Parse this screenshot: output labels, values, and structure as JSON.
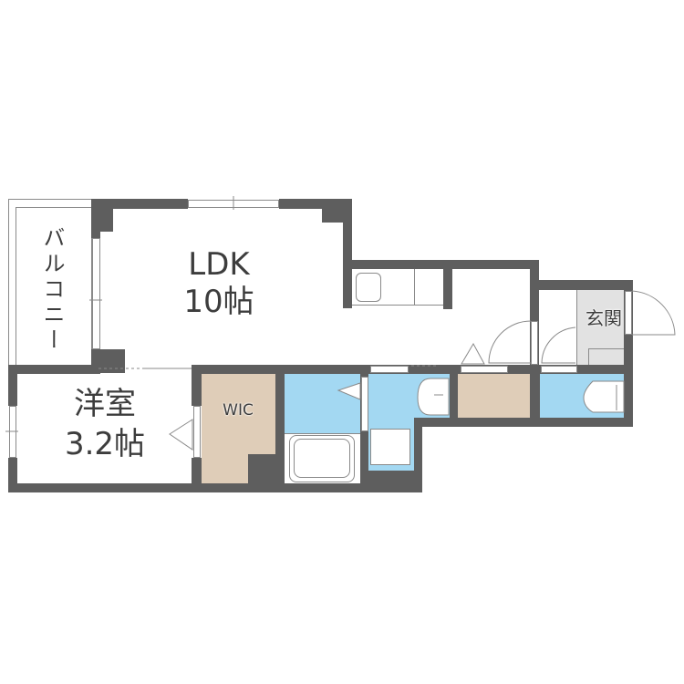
{
  "floor_plan": {
    "rooms": {
      "balcony": {
        "label": "バルコニー"
      },
      "ldk": {
        "name": "LDK",
        "size": "10帖"
      },
      "western_room": {
        "name": "洋室",
        "size": "3.2帖"
      },
      "wic": {
        "label": "WIC"
      },
      "entrance": {
        "label": "玄関"
      }
    },
    "colors": {
      "wall": "#5e5e5e",
      "wet_area": "#a3d8f2",
      "storage": "#dfcdb8",
      "entrance_floor": "#e2e2e2"
    }
  }
}
